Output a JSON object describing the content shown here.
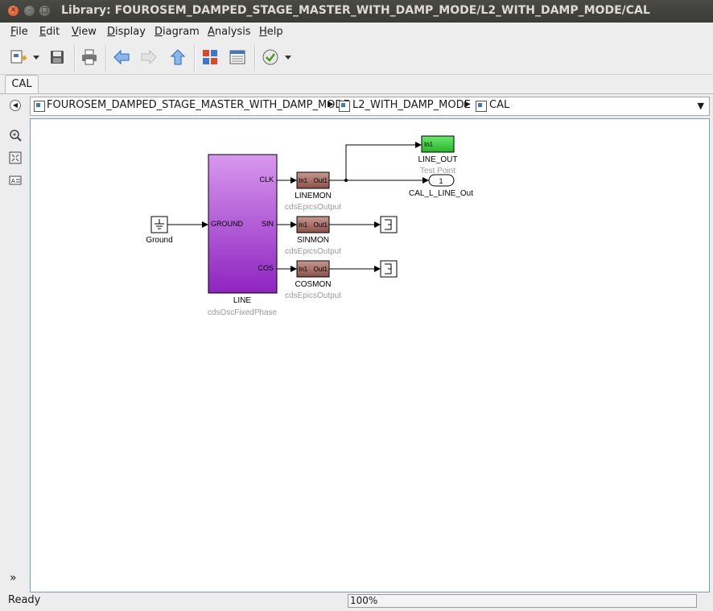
{
  "window": {
    "title": "Library: FOUROSEM_DAMPED_STAGE_MASTER_WITH_DAMP_MODE/L2_WITH_DAMP_MODE/CAL"
  },
  "menu": [
    {
      "label": "File"
    },
    {
      "label": "Edit"
    },
    {
      "label": "View"
    },
    {
      "label": "Display"
    },
    {
      "label": "Diagram"
    },
    {
      "label": "Analysis"
    },
    {
      "label": "Help"
    }
  ],
  "toolbar": {
    "icons": [
      "new-model-icon",
      "dropdown-arrow-icon",
      "save-icon",
      "print-icon",
      "back-arrow-icon",
      "forward-arrow-icon",
      "up-arrow-icon",
      "library-browser-icon",
      "model-explorer-icon",
      "check-icon",
      "dropdown-arrow-icon"
    ]
  },
  "tabs": [
    {
      "label": "CAL"
    }
  ],
  "breadcrumb": [
    {
      "label": "FOUROSEM_DAMPED_STAGE_MASTER_WITH_DAMP_MODE"
    },
    {
      "label": "L2_WITH_DAMP_MODE"
    },
    {
      "label": "CAL"
    }
  ],
  "diagram": {
    "ground": {
      "name": "Ground"
    },
    "line_block": {
      "name": "LINE",
      "type": "cdsOscFixedPhase",
      "in_port": "GROUND",
      "out_ports": [
        "CLK",
        "SIN",
        "COS"
      ],
      "color": "#c06ad8"
    },
    "epics_blocks": [
      {
        "name": "LINEMON",
        "type": "cdsEpicsOutput",
        "in_label": "In1",
        "out_label": "Out1"
      },
      {
        "name": "SINMON",
        "type": "cdsEpicsOutput",
        "in_label": "In1",
        "out_label": "Out1"
      },
      {
        "name": "COSMON",
        "type": "cdsEpicsOutput",
        "in_label": "In1",
        "out_label": "Out1"
      }
    ],
    "test_point": {
      "name": "LINE_OUT",
      "type": "Test Point",
      "label": "In1",
      "color": "#3cc83c"
    },
    "outport": {
      "name": "CAL_L_LINE_Out",
      "number": "1"
    }
  },
  "status": {
    "text": "Ready",
    "zoom": "100%"
  }
}
